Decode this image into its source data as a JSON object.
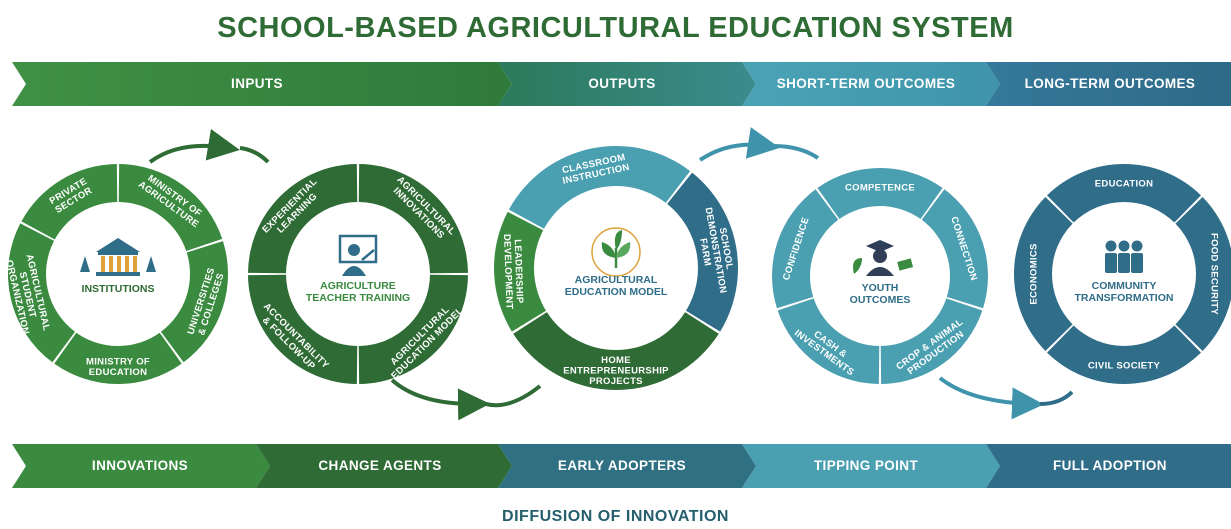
{
  "title": "SCHOOL-BASED AGRICULTURAL EDUCATION SYSTEM",
  "top_banner": [
    "INPUTS",
    "OUTPUTS",
    "SHORT-TERM OUTCOMES",
    "LONG-TERM OUTCOMES"
  ],
  "bottom_banner": [
    "INNOVATIONS",
    "CHANGE AGENTS",
    "EARLY ADOPTERS",
    "TIPPING POINT",
    "FULL ADOPTION"
  ],
  "footer": "DIFFUSION OF INNOVATION",
  "colors": {
    "green": "#3a8a3f",
    "dark_green": "#2f6b34",
    "teal": "#4a9fb1",
    "slate_blue": "#2f6d88"
  },
  "circles": [
    {
      "id": "institutions",
      "icon": "institution-building-icon",
      "center": [
        "INSTITUTIONS"
      ],
      "segments": [
        [
          "PRIVATE",
          "SECTOR"
        ],
        [
          "MINISTRY OF",
          "AGRICULTURE"
        ],
        [
          "UNIVERSITIES",
          "& COLLEGES"
        ],
        [
          "MINISTRY OF",
          "EDUCATION"
        ],
        [
          "AGRICULTURAL",
          "STUDENT",
          "ORGANIZATION"
        ]
      ]
    },
    {
      "id": "teacher-training",
      "icon": "teacher-at-board-icon",
      "center": [
        "AGRICULTURE",
        "TEACHER TRAINING"
      ],
      "segments": [
        [
          "EXPERIENTIAL",
          "LEARNING"
        ],
        [
          "AGRICULTURAL",
          "INNOVATIONS"
        ],
        [
          "AGRICULTURAL",
          "EDUCATION MODEL"
        ],
        [
          "ACCOUNTABILITY",
          "& FOLLOW-UP"
        ]
      ]
    },
    {
      "id": "education-model",
      "icon": "sprout-icon",
      "center": [
        "AGRICULTURAL",
        "EDUCATION MODEL"
      ],
      "segments": [
        [
          "CLASSROOM",
          "INSTRUCTION"
        ],
        [
          "SCHOOL",
          "DEMONSTRATION",
          "FARM"
        ],
        [
          "HOME",
          "ENTREPRENEURSHIP",
          "PROJECTS"
        ],
        [
          "LEADERSHIP",
          "DEVELOPMENT"
        ]
      ]
    },
    {
      "id": "youth-outcomes",
      "icon": "graduate-icon",
      "center": [
        "YOUTH",
        "OUTCOMES"
      ],
      "segments": [
        [
          "COMPETENCE"
        ],
        [
          "CONNECTION"
        ],
        [
          "CROP & ANIMAL",
          "PRODUCTION"
        ],
        [
          "CASH &",
          "INVESTMENTS"
        ],
        [
          "CONFIDENCE"
        ]
      ]
    },
    {
      "id": "community-transformation",
      "icon": "community-people-icon",
      "center": [
        "COMMUNITY",
        "TRANSFORMATION"
      ],
      "segments": [
        [
          "EDUCATION"
        ],
        [
          "FOOD SECURITY"
        ],
        [
          "CIVIL SOCIETY"
        ],
        [
          "ECONOMICS"
        ]
      ]
    }
  ]
}
